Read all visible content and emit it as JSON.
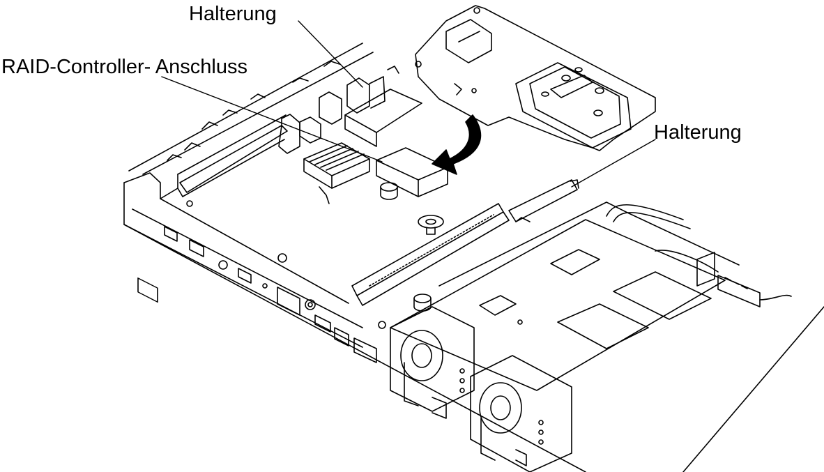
{
  "diagram": {
    "callouts": {
      "bracket_top": "Halterung",
      "raid_connector": "RAID-Controller- Anschluss",
      "bracket_right": "Halterung"
    },
    "colors": {
      "line": "#000000",
      "background": "#ffffff",
      "arrow": "#000000"
    },
    "icons": [
      "server-chassis",
      "raid-controller-card",
      "insert-arrow",
      "power-supply-fan"
    ]
  }
}
